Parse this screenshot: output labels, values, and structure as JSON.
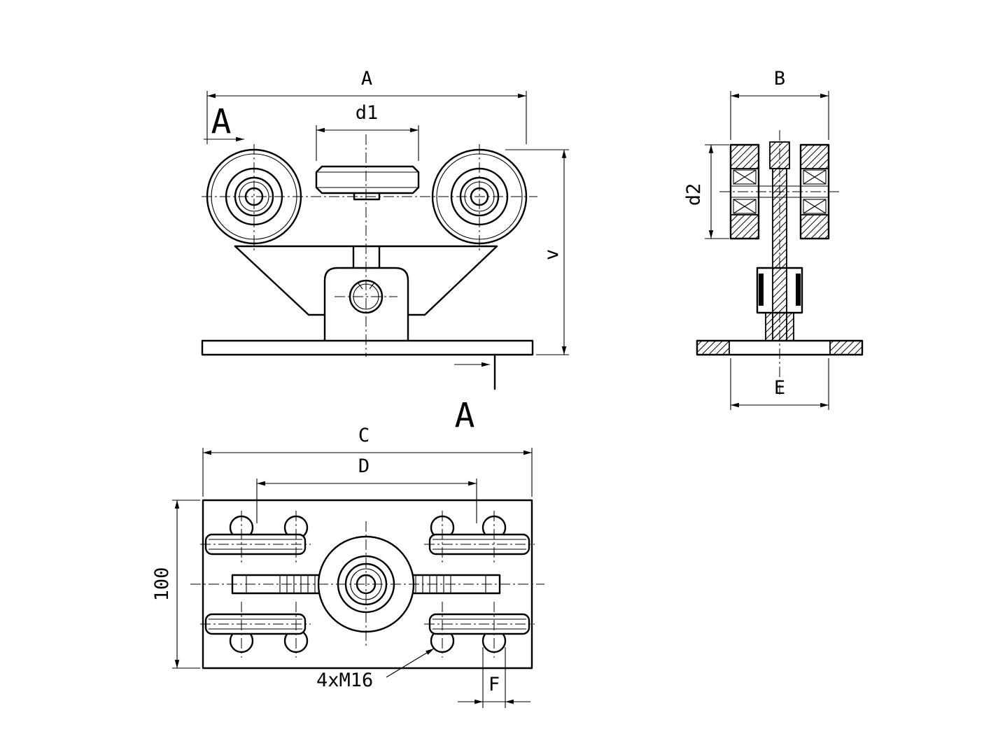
{
  "drawing": {
    "front_view": {
      "dim_a": "A",
      "dim_d1": "d1",
      "dim_v": "v",
      "section_top": "A",
      "section_bottom": "A"
    },
    "side_view": {
      "dim_b": "B",
      "dim_d2": "d2",
      "dim_e": "E"
    },
    "top_view": {
      "dim_c": "C",
      "dim_d": "D",
      "dim_100": "100",
      "dim_f": "F",
      "thread_note": "4xM16"
    },
    "colors": {
      "line": "#000000",
      "background": "#ffffff"
    }
  }
}
